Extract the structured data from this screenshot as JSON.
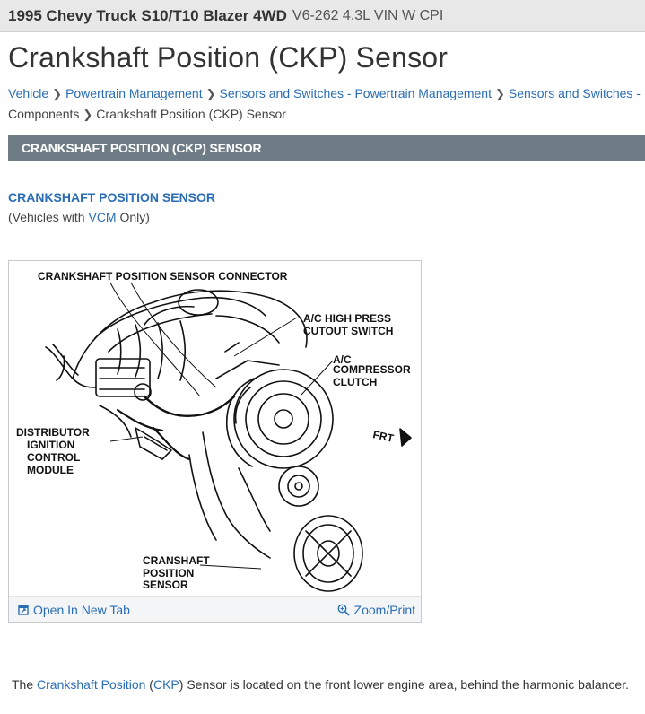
{
  "vehicle": {
    "model": "1995 Chevy Truck S10/T10 Blazer 4WD",
    "engine": "V6-262 4.3L VIN W CPI"
  },
  "page_title": "Crankshaft Position (CKP) Sensor",
  "breadcrumb": {
    "items": [
      {
        "label": "Vehicle"
      },
      {
        "label": "Powertrain Management"
      },
      {
        "label": "Sensors and Switches - Powertrain Management"
      },
      {
        "label": "Sensors and Switches -"
      },
      {
        "label": "Components"
      },
      {
        "label": "Crankshaft Position (CKP) Sensor"
      }
    ]
  },
  "section_header": "CRANKSHAFT POSITION (CKP) SENSOR",
  "subsection": {
    "title": "CRANKSHAFT POSITION SENSOR",
    "note_prefix": "(Vehicles with ",
    "note_link": "VCM",
    "note_suffix": " Only)"
  },
  "figure": {
    "labels": {
      "connector": "CRANKSHAFT POSITION SENSOR CONNECTOR",
      "ac_switch_1": "A/C HIGH PRESS",
      "ac_switch_2": "CUTOUT SWITCH",
      "ac_clutch_1": "A/C",
      "ac_clutch_2": "COMPRESSOR",
      "ac_clutch_3": "CLUTCH",
      "dist_1": "DISTRIBUTOR",
      "dist_2": "IGNITION",
      "dist_3": "CONTROL",
      "dist_4": "MODULE",
      "frt": "FRT",
      "sensor_1": "CRANSHAFT",
      "sensor_2": "POSITION",
      "sensor_3": "SENSOR"
    },
    "toolbar": {
      "open_new_tab": "Open In New Tab",
      "zoom_print": "Zoom/Print"
    },
    "icons": {
      "open": "open-new-tab-icon",
      "zoom": "zoom-icon"
    }
  },
  "body": {
    "prefix": "The ",
    "link1": "Crankshaft Position",
    "mid1": " (",
    "link2": "CKP",
    "mid2": ") Sensor is located on the front lower engine area, behind the harmonic balancer."
  },
  "colors": {
    "link": "#2a6db5",
    "section_header_bg": "#6e7c86",
    "vehicle_bar_bg": "#e8e8e8"
  }
}
